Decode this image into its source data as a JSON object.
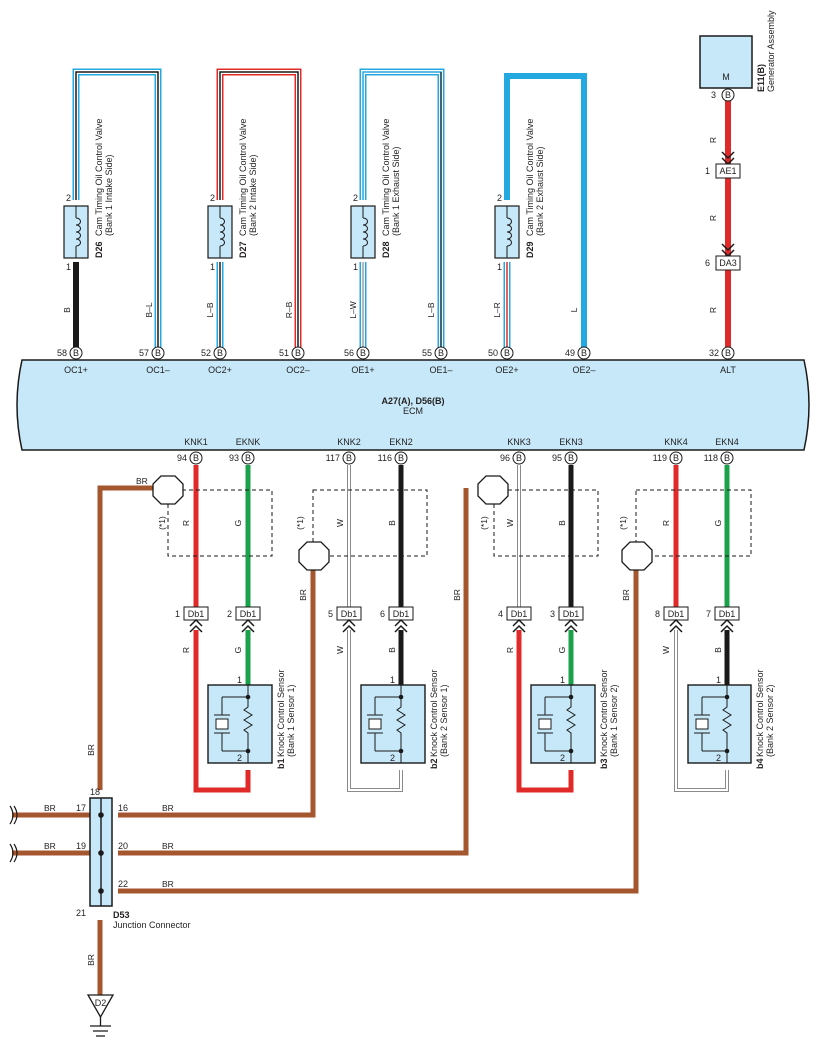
{
  "colors": {
    "blue": "#23a8e0",
    "red": "#e02a2a",
    "green": "#1aa14a",
    "brown": "#a4562f",
    "black": "#1a1a1a",
    "ecm_fill": "#c6e8f8",
    "grey": "#8a8a8a"
  },
  "generator": {
    "id": "E11(B)",
    "name": "Generator Assembly",
    "inner": "M",
    "pin": "3",
    "conn": "B"
  },
  "wire_codes": {
    "R": "R",
    "B": "B",
    "BL": "B–L",
    "LB": "L–B",
    "RB": "R–B",
    "LW": "L–W",
    "LR": "L–R",
    "L": "L",
    "W": "W",
    "G": "G",
    "BR": "BR"
  },
  "connectors": {
    "ae1": {
      "pin": "1",
      "label": "AE1"
    },
    "da3": {
      "pin": "6",
      "label": "DA3"
    }
  },
  "valves": [
    {
      "id": "D26",
      "name": "Cam Timing Oil Control Valve",
      "side": "(Bank 1 Intake Side)",
      "pin_top": "2",
      "pin_bot": "1"
    },
    {
      "id": "D27",
      "name": "Cam Timing Oil Control Valve",
      "side": "(Bank 2 Intake Side)",
      "pin_top": "2",
      "pin_bot": "1"
    },
    {
      "id": "D28",
      "name": "Cam Timing Oil Control Valve",
      "side": "(Bank 1 Exhaust Side)",
      "pin_top": "2",
      "pin_bot": "1"
    },
    {
      "id": "D29",
      "name": "Cam Timing Oil Control Valve",
      "side": "(Bank 2 Exhaust Side)",
      "pin_top": "2",
      "pin_bot": "1"
    }
  ],
  "ecm": {
    "id": "A27(A), D56(B)",
    "name": "ECM",
    "conn": "B",
    "top_pins": [
      {
        "num": "58",
        "name": "OC1+"
      },
      {
        "num": "57",
        "name": "OC1–"
      },
      {
        "num": "52",
        "name": "OC2+"
      },
      {
        "num": "51",
        "name": "OC2–"
      },
      {
        "num": "56",
        "name": "OE1+"
      },
      {
        "num": "55",
        "name": "OE1–"
      },
      {
        "num": "50",
        "name": "OE2+"
      },
      {
        "num": "49",
        "name": "OE2–"
      },
      {
        "num": "32",
        "name": "ALT"
      }
    ],
    "bottom_pins": [
      {
        "num": "94",
        "name": "KNK1"
      },
      {
        "num": "93",
        "name": "EKNK"
      },
      {
        "num": "117",
        "name": "KNK2"
      },
      {
        "num": "116",
        "name": "EKN2"
      },
      {
        "num": "96",
        "name": "KNK3"
      },
      {
        "num": "95",
        "name": "EKN3"
      },
      {
        "num": "119",
        "name": "KNK4"
      },
      {
        "num": "118",
        "name": "EKN4"
      }
    ]
  },
  "shield_note": "(*1)",
  "db1": {
    "label": "Db1",
    "pins": [
      "1",
      "2",
      "5",
      "6",
      "4",
      "3",
      "8",
      "7"
    ]
  },
  "sensors": [
    {
      "id": "b1",
      "name": "Knock Control Sensor",
      "sub": "(Bank 1 Sensor 1)",
      "pin_top": "1",
      "pin_bot": "2"
    },
    {
      "id": "b2",
      "name": "Knock Control Sensor",
      "sub": "(Bank 2 Sensor 1)",
      "pin_top": "1",
      "pin_bot": "2"
    },
    {
      "id": "b3",
      "name": "Knock Control Sensor",
      "sub": "(Bank 1 Sensor 2)",
      "pin_top": "1",
      "pin_bot": "2"
    },
    {
      "id": "b4",
      "name": "Knock Control Sensor",
      "sub": "(Bank 2 Sensor 2)",
      "pin_top": "1",
      "pin_bot": "2"
    }
  ],
  "junction": {
    "id": "D53",
    "name": "Junction Connector",
    "pins": {
      "p17": "17",
      "p18": "18",
      "p16": "16",
      "p19": "19",
      "p20": "20",
      "p22": "22",
      "p21": "21"
    }
  },
  "ground": {
    "id": "D2"
  }
}
